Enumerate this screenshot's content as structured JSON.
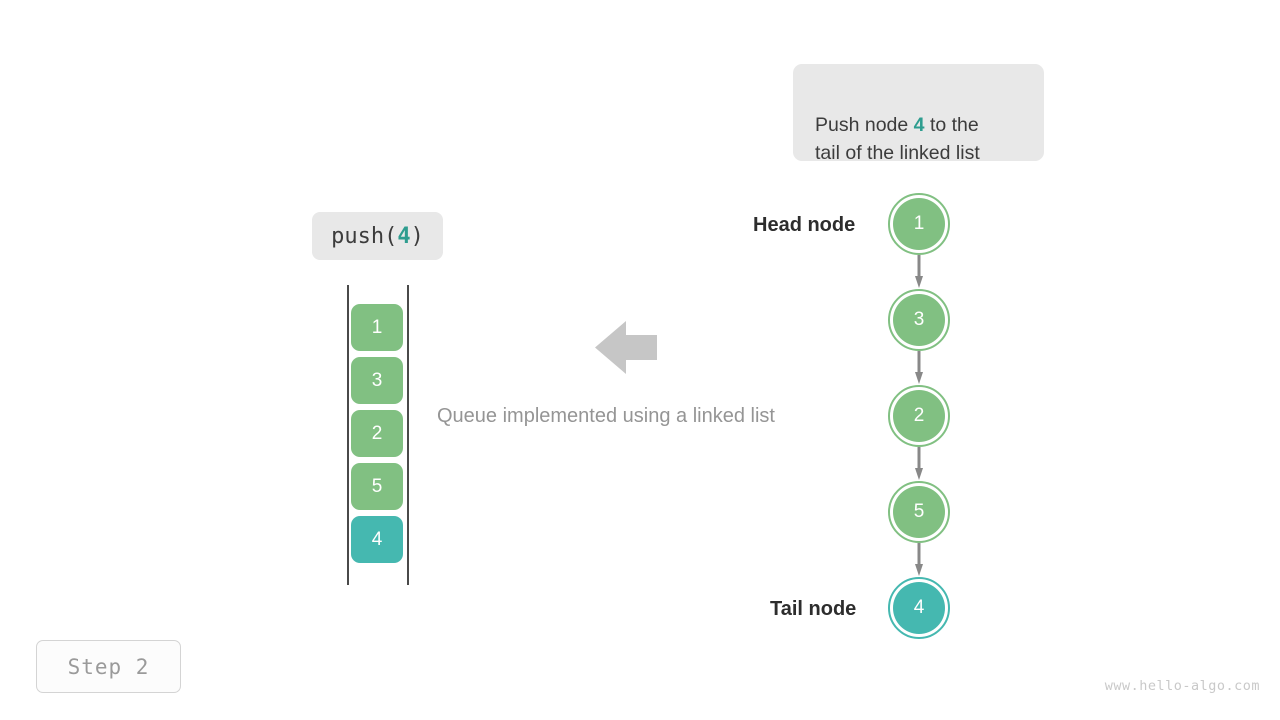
{
  "callout": {
    "text_before": "Push node ",
    "highlight": "4",
    "text_after": " to the\ntail of the linked list"
  },
  "operation": {
    "name": "push(",
    "arg": "4",
    "close": ")"
  },
  "queue": {
    "cells": [
      {
        "value": "1",
        "accent": false
      },
      {
        "value": "3",
        "accent": false
      },
      {
        "value": "2",
        "accent": false
      },
      {
        "value": "5",
        "accent": false
      },
      {
        "value": "4",
        "accent": true
      }
    ]
  },
  "caption": {
    "text": "Queue implemented using a linked list"
  },
  "linked_list": {
    "head_label": "Head node",
    "tail_label": "Tail node",
    "nodes": [
      {
        "value": "1",
        "accent": false
      },
      {
        "value": "3",
        "accent": false
      },
      {
        "value": "2",
        "accent": false
      },
      {
        "value": "5",
        "accent": false
      },
      {
        "value": "4",
        "accent": true
      }
    ]
  },
  "step": {
    "label": "Step 2"
  },
  "footer": {
    "watermark": "www.hello-algo.com"
  },
  "colors": {
    "green": "#81c082",
    "accent_teal": "#45b8b0",
    "highlight_text": "#2e9d8f",
    "panel_gray": "#e8e8e8",
    "arrow_gray": "#888888",
    "caption_gray": "#959595"
  },
  "icons": {
    "big_arrow": "arrow-left-icon",
    "link_arrow": "arrow-down-icon"
  }
}
